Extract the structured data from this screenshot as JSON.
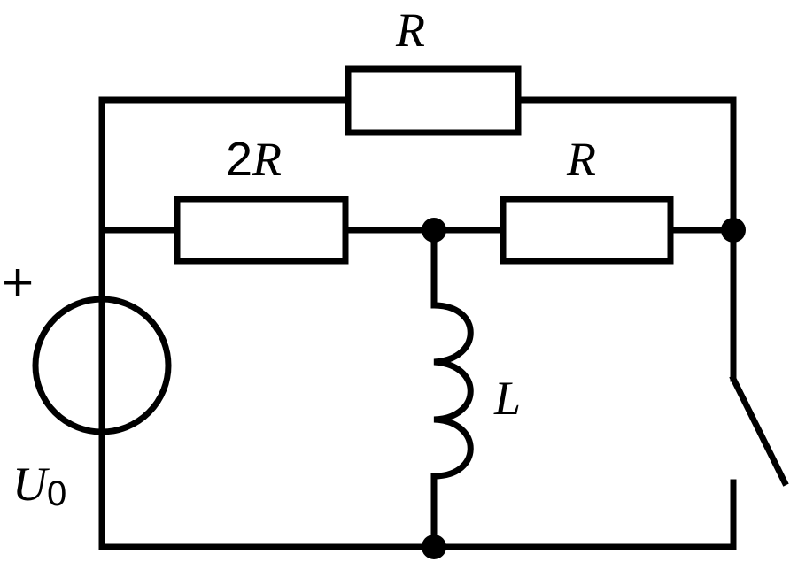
{
  "labels": {
    "r_top": "R",
    "r_left_coef": "2",
    "r_left_sym": "R",
    "r_right": "R",
    "inductor": "L",
    "source_plus": "+",
    "source_sym": "U",
    "source_sub": "0"
  }
}
